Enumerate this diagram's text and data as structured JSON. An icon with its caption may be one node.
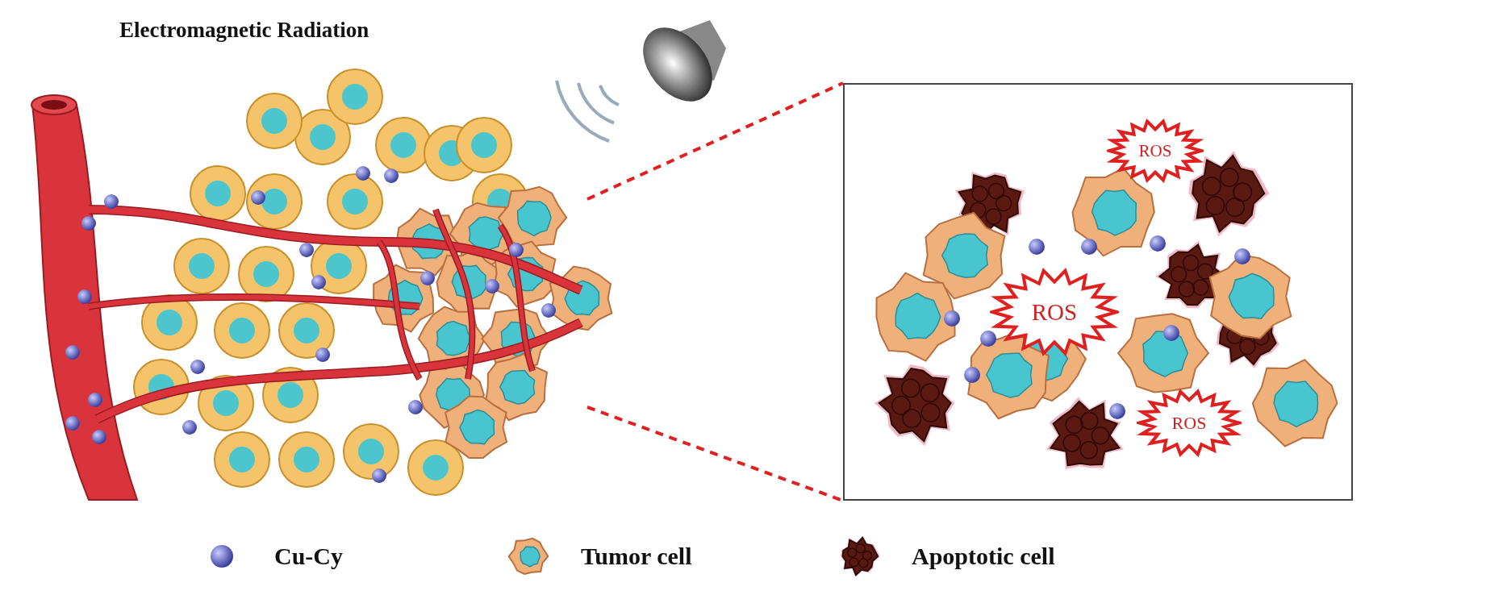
{
  "diagram": {
    "nodes": [
      {
        "text": [
          "ROS"
        ]
      },
      {
        "text": [
          "ROS"
        ]
      },
      {
        "text": [
          "ROS"
        ]
      }
    ],
    "labels": [
      "Electromagnetic Radiation"
    ],
    "legend": [
      {
        "text": "Cu-Cy"
      },
      {
        "text": "Tumor cell"
      },
      {
        "text": "Apoptotic cell"
      }
    ]
  }
}
